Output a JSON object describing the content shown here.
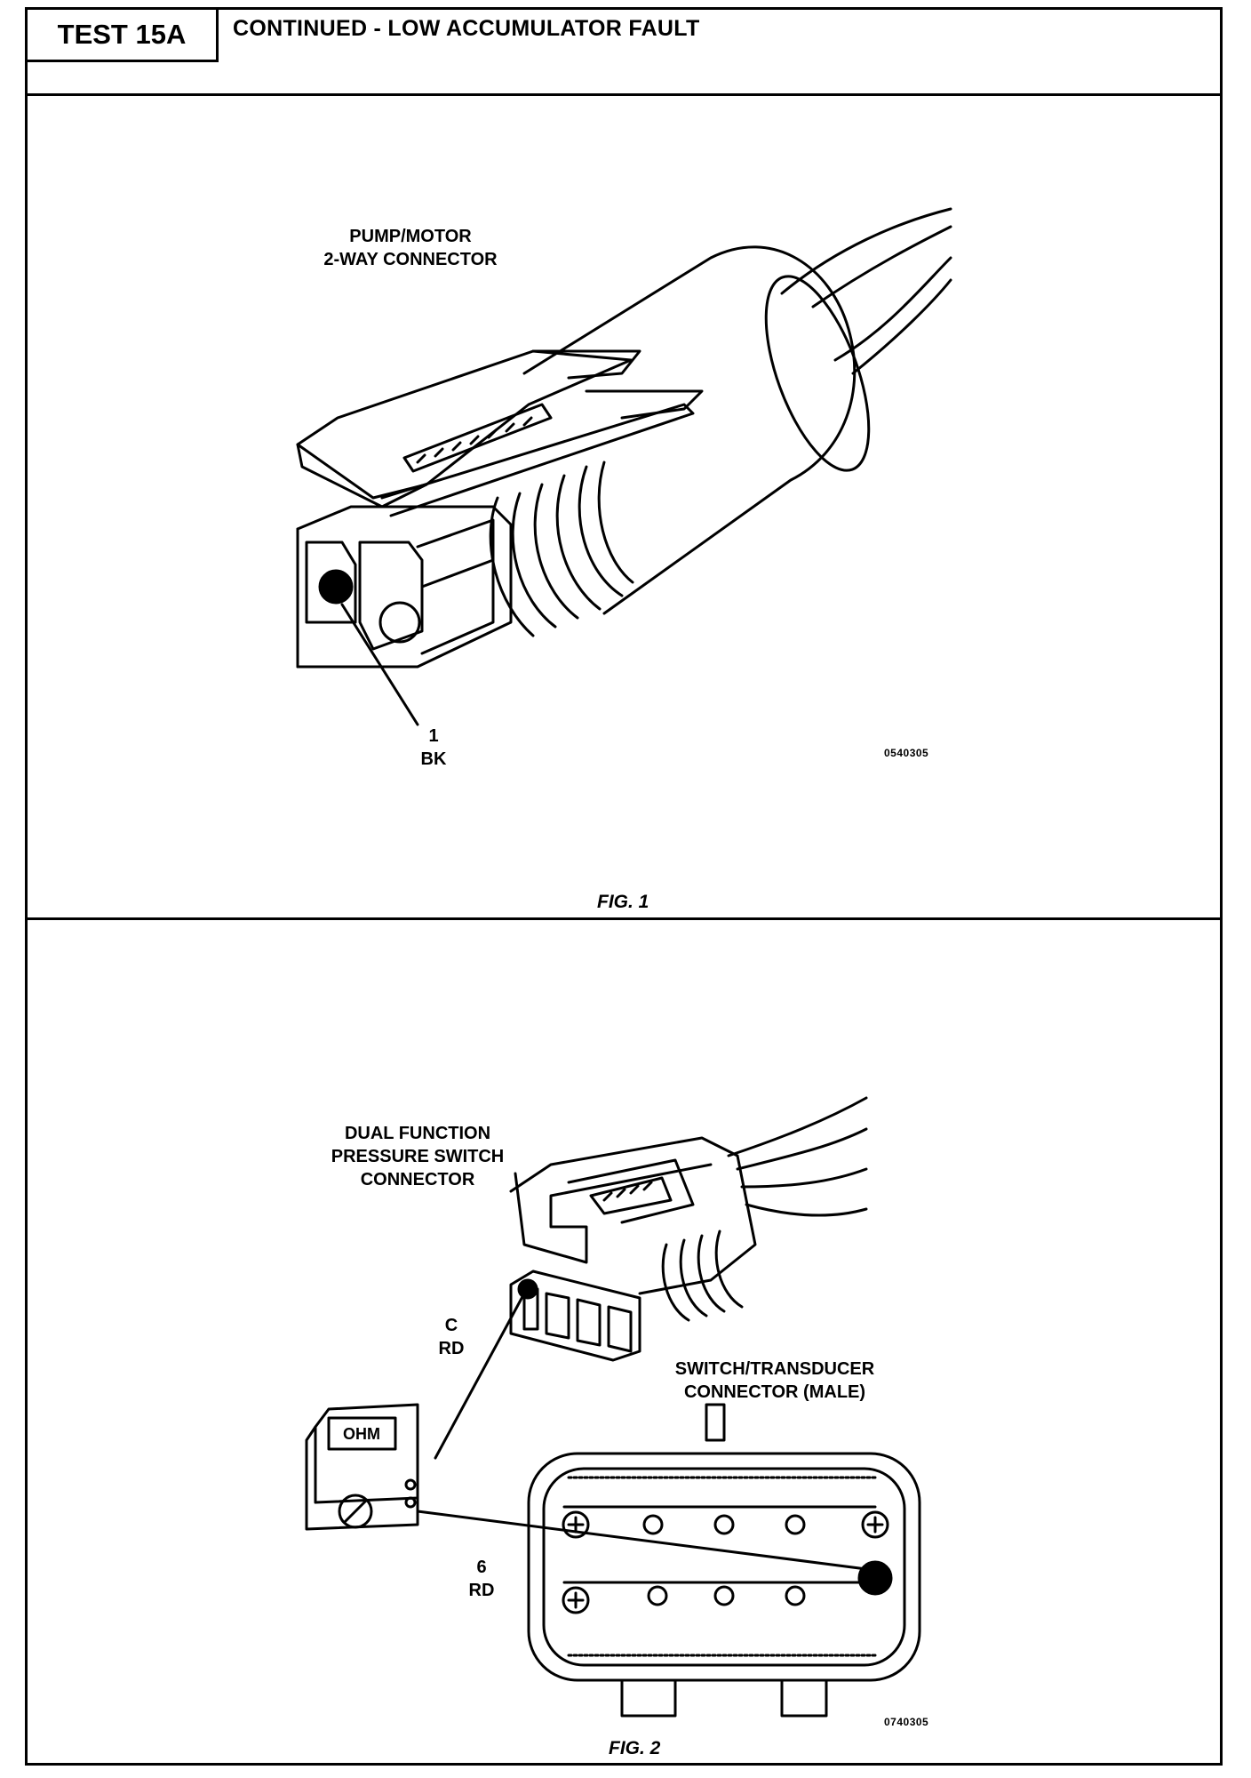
{
  "header": {
    "test_id": "TEST 15A",
    "title": "CONTINUED - LOW ACCUMULATOR FAULT"
  },
  "figure1": {
    "connector_label_line1": "PUMP/MOTOR",
    "connector_label_line2": "2-WAY CONNECTOR",
    "pin_number": "1",
    "pin_wire_color": "BK",
    "image_code": "0540305",
    "caption": "FIG. 1"
  },
  "figure2": {
    "connector_label_line1": "DUAL FUNCTION",
    "connector_label_line2": "PRESSURE SWITCH",
    "connector_label_line3": "CONNECTOR",
    "pin_c_letter": "C",
    "pin_c_wire": "RD",
    "transducer_label_line1": "SWITCH/TRANSDUCER",
    "transducer_label_line2": "CONNECTOR (MALE)",
    "meter_display": "OHM",
    "pin_6_number": "6",
    "pin_6_wire": "RD",
    "image_code": "0740305",
    "caption": "FIG. 2"
  }
}
